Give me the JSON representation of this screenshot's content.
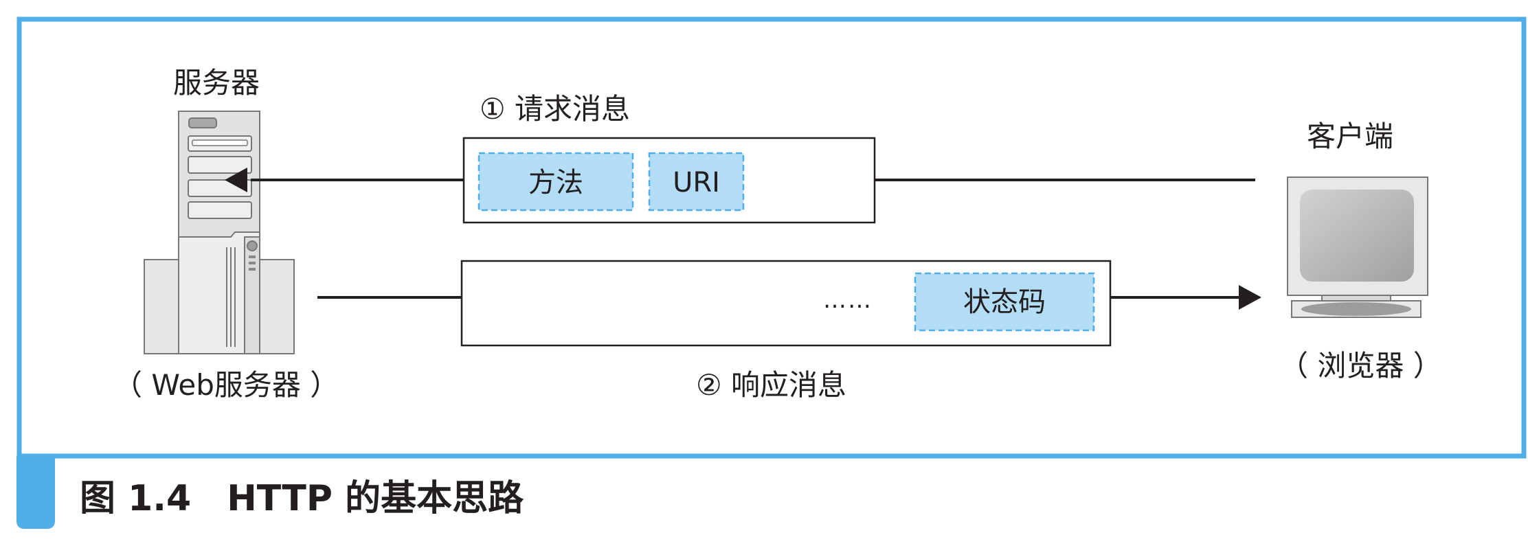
{
  "diagram": {
    "server": {
      "title": "服务器",
      "subtitle": "（ Web服务器 ）"
    },
    "client": {
      "title": "客户端",
      "subtitle": "（ 浏览器 ）"
    },
    "request": {
      "caption": "① 请求消息",
      "fields": [
        "方法",
        "URI"
      ]
    },
    "response": {
      "caption": "② 响应消息",
      "ellipsis": "……",
      "fields": [
        "状态码"
      ]
    }
  },
  "figure": {
    "caption": "图 1.4　HTTP 的基本思路"
  },
  "colors": {
    "frame": "#4faee8",
    "field_fill": "#b3dcf5",
    "field_border": "#4faee8",
    "line": "#231f20",
    "device_gray": "#e4e4e4"
  }
}
